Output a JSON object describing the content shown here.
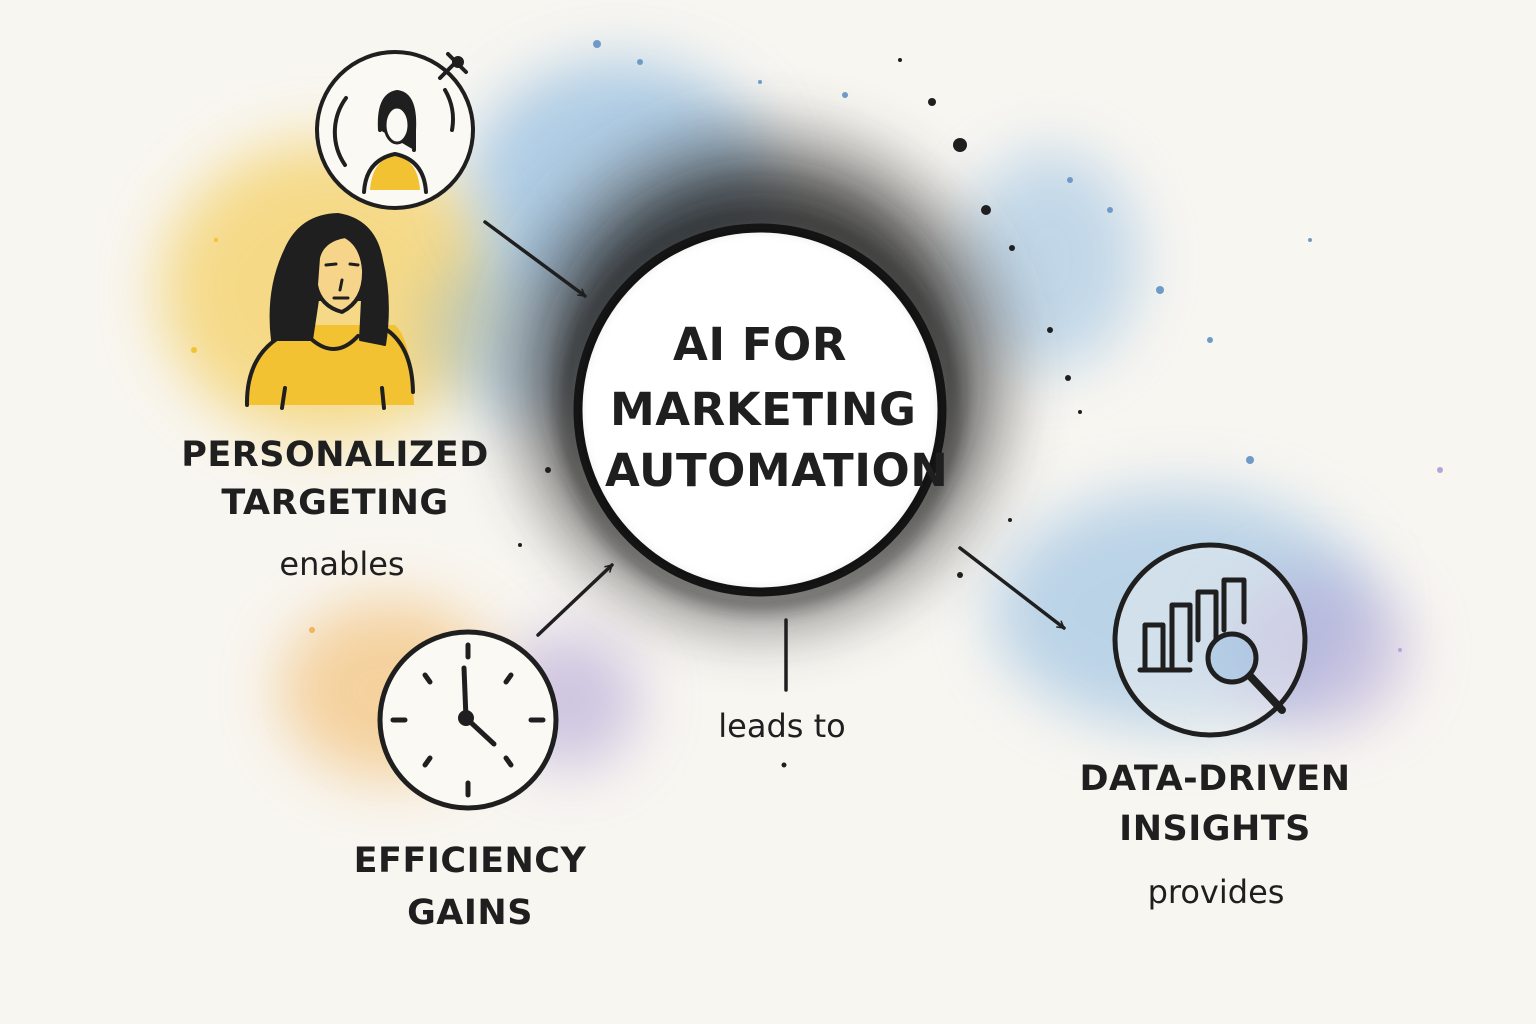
{
  "center": {
    "line1": "AI FOR",
    "line2": "MARKETING",
    "line3": "AUTOMATION"
  },
  "personalized": {
    "line1": "PERSONALIZED",
    "line2": "TARGETING",
    "verb": "enables"
  },
  "efficiency": {
    "line1": "EFFICIENCY",
    "line2": "GAINS"
  },
  "center_link": {
    "verb": "leads to"
  },
  "insights": {
    "line1": "DATA-DRIVEN",
    "line2": "INSIGHTS",
    "verb": "provides"
  },
  "icons": [
    "person-target-icon",
    "person-icon",
    "clock-icon",
    "chart-search-icon"
  ],
  "colors": {
    "ink": "#1f1f1f",
    "yellow": "#f3c232",
    "blue": "#7fb1dd",
    "purple": "#b3a4d6",
    "orange": "#f2b35a",
    "paper": "#f8f6f1"
  }
}
